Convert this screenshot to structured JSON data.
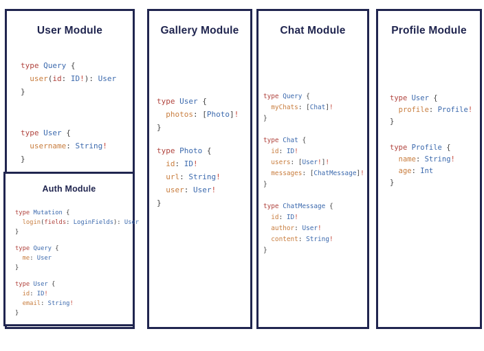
{
  "palette": {
    "navy": "#20254f",
    "keyword": "#b0433d",
    "typename": "#3b69ad",
    "field": "#c87d3e",
    "argument": "#b0433d",
    "punctuation": "#404040",
    "bang": "#c4463a"
  },
  "modules": [
    {
      "title": "User Module",
      "code_blocks": [
        [
          [
            {
              "k": "keyword",
              "t": "type "
            },
            {
              "k": "typename",
              "t": "Query "
            },
            {
              "k": "punctuation",
              "t": "{"
            }
          ],
          [
            {
              "k": "field",
              "t": "  user"
            },
            {
              "k": "punctuation",
              "t": "("
            },
            {
              "k": "argument",
              "t": "id"
            },
            {
              "k": "punctuation",
              "t": ": "
            },
            {
              "k": "typename",
              "t": "ID"
            },
            {
              "k": "bang",
              "t": "!"
            },
            {
              "k": "punctuation",
              "t": "): "
            },
            {
              "k": "typename",
              "t": "User"
            }
          ],
          [
            {
              "k": "punctuation",
              "t": "}"
            }
          ]
        ],
        [
          [
            {
              "k": "keyword",
              "t": "type "
            },
            {
              "k": "typename",
              "t": "User "
            },
            {
              "k": "punctuation",
              "t": "{"
            }
          ],
          [
            {
              "k": "field",
              "t": "  username"
            },
            {
              "k": "punctuation",
              "t": ": "
            },
            {
              "k": "typename",
              "t": "String"
            },
            {
              "k": "bang",
              "t": "!"
            }
          ],
          [
            {
              "k": "punctuation",
              "t": "}"
            }
          ]
        ]
      ],
      "submodule": {
        "title": "Auth Module",
        "code_blocks": [
          [
            [
              {
                "k": "keyword",
                "t": "type "
              },
              {
                "k": "typename",
                "t": "Mutation "
              },
              {
                "k": "punctuation",
                "t": "{"
              }
            ],
            [
              {
                "k": "field",
                "t": "  login"
              },
              {
                "k": "punctuation",
                "t": "("
              },
              {
                "k": "argument",
                "t": "fields"
              },
              {
                "k": "punctuation",
                "t": ": "
              },
              {
                "k": "typename",
                "t": "LoginFields"
              },
              {
                "k": "punctuation",
                "t": "): "
              },
              {
                "k": "typename",
                "t": "User"
              }
            ],
            [
              {
                "k": "punctuation",
                "t": "}"
              }
            ]
          ],
          [
            [
              {
                "k": "keyword",
                "t": "type "
              },
              {
                "k": "typename",
                "t": "Query "
              },
              {
                "k": "punctuation",
                "t": "{"
              }
            ],
            [
              {
                "k": "field",
                "t": "  me"
              },
              {
                "k": "punctuation",
                "t": ": "
              },
              {
                "k": "typename",
                "t": "User"
              }
            ],
            [
              {
                "k": "punctuation",
                "t": "}"
              }
            ]
          ],
          [
            [
              {
                "k": "keyword",
                "t": "type "
              },
              {
                "k": "typename",
                "t": "User "
              },
              {
                "k": "punctuation",
                "t": "{"
              }
            ],
            [
              {
                "k": "field",
                "t": "  id"
              },
              {
                "k": "punctuation",
                "t": ": "
              },
              {
                "k": "typename",
                "t": "ID"
              },
              {
                "k": "bang",
                "t": "!"
              }
            ],
            [
              {
                "k": "field",
                "t": "  email"
              },
              {
                "k": "punctuation",
                "t": ": "
              },
              {
                "k": "typename",
                "t": "String"
              },
              {
                "k": "bang",
                "t": "!"
              }
            ],
            [
              {
                "k": "punctuation",
                "t": "}"
              }
            ]
          ]
        ]
      }
    },
    {
      "title": "Gallery Module",
      "code_blocks": [
        [
          [
            {
              "k": "keyword",
              "t": "type "
            },
            {
              "k": "typename",
              "t": "User "
            },
            {
              "k": "punctuation",
              "t": "{"
            }
          ],
          [
            {
              "k": "field",
              "t": "  photos"
            },
            {
              "k": "punctuation",
              "t": ": ["
            },
            {
              "k": "typename",
              "t": "Photo"
            },
            {
              "k": "punctuation",
              "t": "]"
            },
            {
              "k": "bang",
              "t": "!"
            }
          ],
          [
            {
              "k": "punctuation",
              "t": "}"
            }
          ]
        ],
        [
          [
            {
              "k": "keyword",
              "t": "type "
            },
            {
              "k": "typename",
              "t": "Photo "
            },
            {
              "k": "punctuation",
              "t": "{"
            }
          ],
          [
            {
              "k": "field",
              "t": "  id"
            },
            {
              "k": "punctuation",
              "t": ": "
            },
            {
              "k": "typename",
              "t": "ID"
            },
            {
              "k": "bang",
              "t": "!"
            }
          ],
          [
            {
              "k": "field",
              "t": "  url"
            },
            {
              "k": "punctuation",
              "t": ": "
            },
            {
              "k": "typename",
              "t": "String"
            },
            {
              "k": "bang",
              "t": "!"
            }
          ],
          [
            {
              "k": "field",
              "t": "  user"
            },
            {
              "k": "punctuation",
              "t": ": "
            },
            {
              "k": "typename",
              "t": "User"
            },
            {
              "k": "bang",
              "t": "!"
            }
          ],
          [
            {
              "k": "punctuation",
              "t": "}"
            }
          ]
        ]
      ]
    },
    {
      "title": "Chat Module",
      "code_blocks": [
        [
          [
            {
              "k": "keyword",
              "t": "type "
            },
            {
              "k": "typename",
              "t": "Query "
            },
            {
              "k": "punctuation",
              "t": "{"
            }
          ],
          [
            {
              "k": "field",
              "t": "  myChats"
            },
            {
              "k": "punctuation",
              "t": ": ["
            },
            {
              "k": "typename",
              "t": "Chat"
            },
            {
              "k": "punctuation",
              "t": "]"
            },
            {
              "k": "bang",
              "t": "!"
            }
          ],
          [
            {
              "k": "punctuation",
              "t": "}"
            }
          ]
        ],
        [
          [
            {
              "k": "keyword",
              "t": "type "
            },
            {
              "k": "typename",
              "t": "Chat "
            },
            {
              "k": "punctuation",
              "t": "{"
            }
          ],
          [
            {
              "k": "field",
              "t": "  id"
            },
            {
              "k": "punctuation",
              "t": ": "
            },
            {
              "k": "typename",
              "t": "ID"
            },
            {
              "k": "bang",
              "t": "!"
            }
          ],
          [
            {
              "k": "field",
              "t": "  users"
            },
            {
              "k": "punctuation",
              "t": ": ["
            },
            {
              "k": "typename",
              "t": "User"
            },
            {
              "k": "bang",
              "t": "!"
            },
            {
              "k": "punctuation",
              "t": "]"
            },
            {
              "k": "bang",
              "t": "!"
            }
          ],
          [
            {
              "k": "field",
              "t": "  messages"
            },
            {
              "k": "punctuation",
              "t": ": ["
            },
            {
              "k": "typename",
              "t": "ChatMessage"
            },
            {
              "k": "punctuation",
              "t": "]"
            },
            {
              "k": "bang",
              "t": "!"
            }
          ],
          [
            {
              "k": "punctuation",
              "t": "}"
            }
          ]
        ],
        [
          [
            {
              "k": "keyword",
              "t": "type "
            },
            {
              "k": "typename",
              "t": "ChatMessage "
            },
            {
              "k": "punctuation",
              "t": "{"
            }
          ],
          [
            {
              "k": "field",
              "t": "  id"
            },
            {
              "k": "punctuation",
              "t": ": "
            },
            {
              "k": "typename",
              "t": "ID"
            },
            {
              "k": "bang",
              "t": "!"
            }
          ],
          [
            {
              "k": "field",
              "t": "  author"
            },
            {
              "k": "punctuation",
              "t": ": "
            },
            {
              "k": "typename",
              "t": "User"
            },
            {
              "k": "bang",
              "t": "!"
            }
          ],
          [
            {
              "k": "field",
              "t": "  content"
            },
            {
              "k": "punctuation",
              "t": ": "
            },
            {
              "k": "typename",
              "t": "String"
            },
            {
              "k": "bang",
              "t": "!"
            }
          ],
          [
            {
              "k": "punctuation",
              "t": "}"
            }
          ]
        ]
      ]
    },
    {
      "title": "Profile Module",
      "code_blocks": [
        [
          [
            {
              "k": "keyword",
              "t": "type "
            },
            {
              "k": "typename",
              "t": "User "
            },
            {
              "k": "punctuation",
              "t": "{"
            }
          ],
          [
            {
              "k": "field",
              "t": "  profile"
            },
            {
              "k": "punctuation",
              "t": ": "
            },
            {
              "k": "typename",
              "t": "Profile"
            },
            {
              "k": "bang",
              "t": "!"
            }
          ],
          [
            {
              "k": "punctuation",
              "t": "}"
            }
          ]
        ],
        [
          [
            {
              "k": "keyword",
              "t": "type "
            },
            {
              "k": "typename",
              "t": "Profile "
            },
            {
              "k": "punctuation",
              "t": "{"
            }
          ],
          [
            {
              "k": "field",
              "t": "  name"
            },
            {
              "k": "punctuation",
              "t": ": "
            },
            {
              "k": "typename",
              "t": "String"
            },
            {
              "k": "bang",
              "t": "!"
            }
          ],
          [
            {
              "k": "field",
              "t": "  age"
            },
            {
              "k": "punctuation",
              "t": ": "
            },
            {
              "k": "typename",
              "t": "Int"
            }
          ],
          [
            {
              "k": "punctuation",
              "t": "}"
            }
          ]
        ]
      ]
    }
  ]
}
